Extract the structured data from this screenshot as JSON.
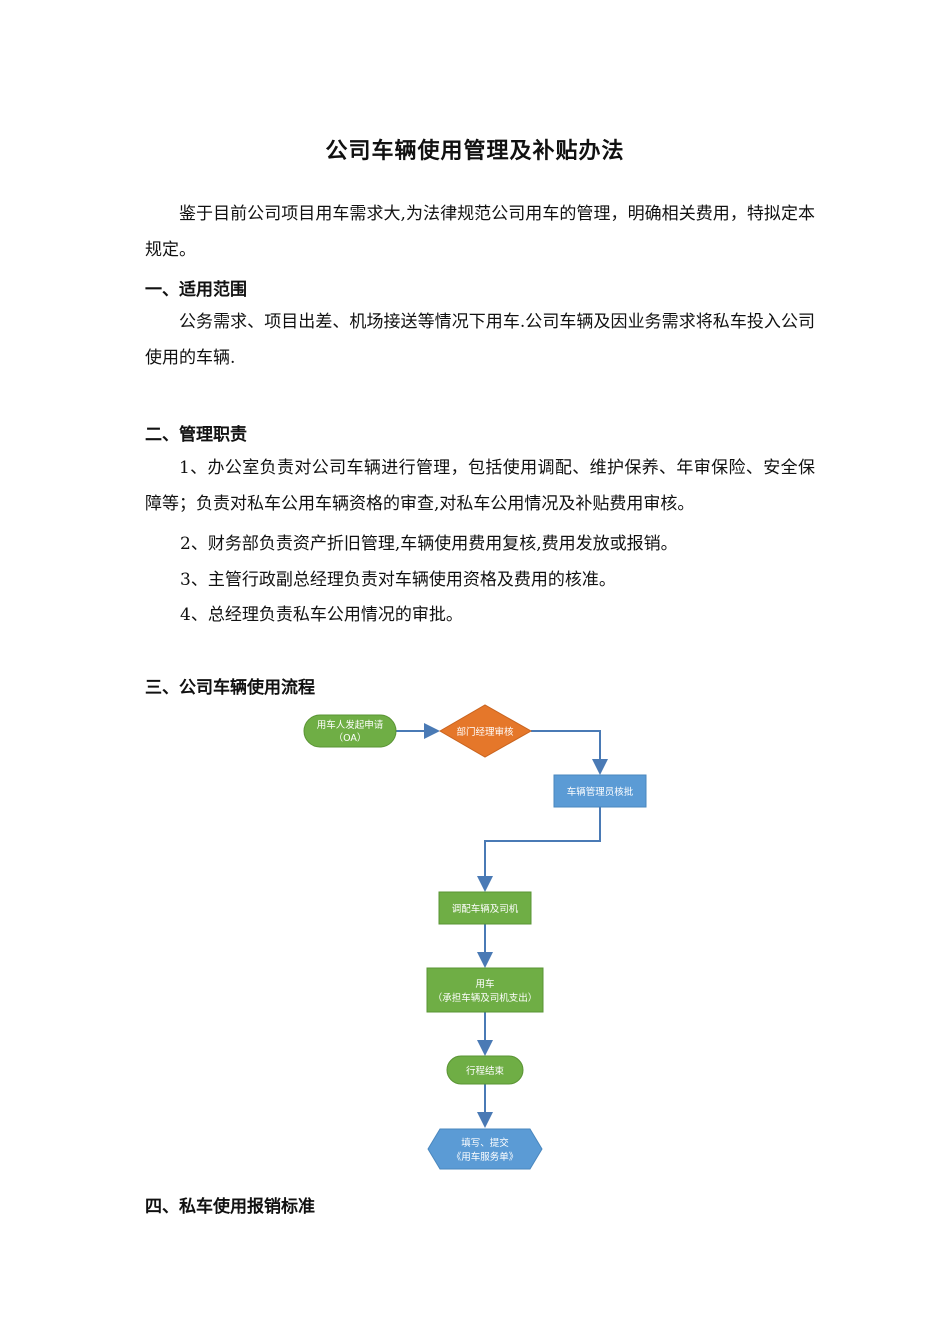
{
  "title": "公司车辆使用管理及补贴办法",
  "intro": "鉴于目前公司项目用车需求大,为法律规范公司用车的管理，明确相关费用，特拟定本规定。",
  "section1": {
    "heading": "一、适用范围",
    "text": "公务需求、项目出差、机场接送等情况下用车.公司车辆及因业务需求将私车投入公司使用的车辆."
  },
  "section2": {
    "heading": "二、管理职责",
    "items": [
      "1、办公室负责对公司车辆进行管理，包括使用调配、维护保养、年审保险、安全保障等；负责对私车公用车辆资格的审查,对私车公用情况及补贴费用审核。",
      "2、财务部负责资产折旧管理,车辆使用费用复核,费用发放或报销。",
      "3、主管行政副总经理负责对车辆使用资格及费用的核准。",
      "4、总经理负责私车公用情况的审批。"
    ]
  },
  "section3": {
    "heading": "三、公司车辆使用流程",
    "flow": {
      "start": [
        "用车人发起申请",
        "（OA）"
      ],
      "review": "部门经理审核",
      "approve": "车辆管理员核批",
      "dispatch": "调配车辆及司机",
      "use": [
        "用车",
        "（承担车辆及司机支出）"
      ],
      "end": "行程结束",
      "submit": [
        "填写、提交",
        "《用车服务单》"
      ]
    },
    "colors": {
      "green": "#6fae45",
      "orange": "#e5772a",
      "blue": "#5b9bd5",
      "arrow": "#4a7ab5"
    }
  },
  "section4": {
    "heading": "四、私车使用报销标准"
  }
}
